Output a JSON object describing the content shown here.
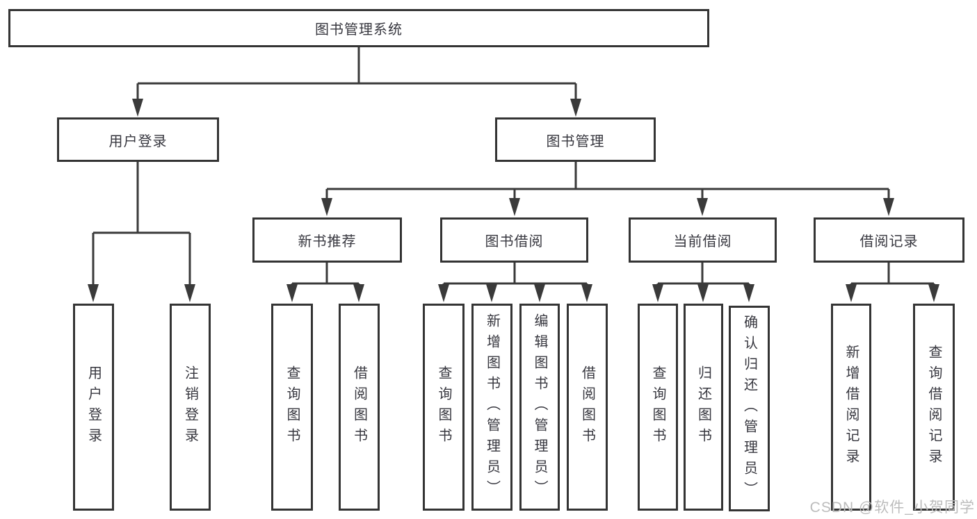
{
  "colors": {
    "line": "#3a3a3a",
    "border": "#343434",
    "text": "#37373f",
    "box_bg": "#ffffff",
    "watermark": "#bcbcbc"
  },
  "tree": {
    "root": "图书管理系统",
    "branches": [
      {
        "label": "用户登录",
        "children": [
          "用户登录",
          "注销登录"
        ]
      },
      {
        "label": "图书管理",
        "children": [
          {
            "label": "新书推荐",
            "children": [
              "查询图书",
              "借阅图书"
            ]
          },
          {
            "label": "图书借阅",
            "children": [
              "查询图书",
              "新增图书（管理员）",
              "编辑图书（管理员）",
              "借阅图书"
            ]
          },
          {
            "label": "当前借阅",
            "children": [
              "查询图书",
              "归还图书",
              "确认归还（管理员）"
            ]
          },
          {
            "label": "借阅记录",
            "children": [
              "新增借阅记录",
              "查询借阅记录"
            ]
          }
        ]
      }
    ]
  },
  "watermark": {
    "text": "CSDN @软件_小贺同学"
  }
}
